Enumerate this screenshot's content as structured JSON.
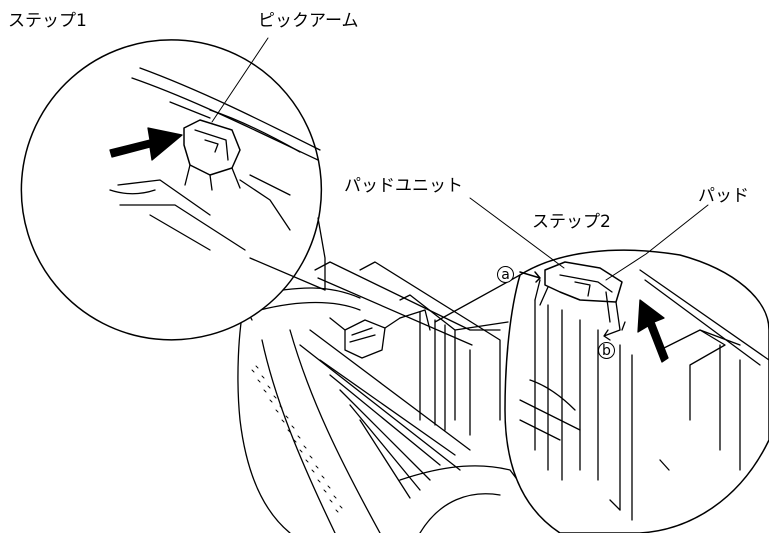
{
  "labels": {
    "step1": "ステップ1",
    "pick_arm": "ピックアーム",
    "pad_unit": "パッドユニット",
    "step2": "ステップ2",
    "pad": "パッド",
    "marker_a": "a",
    "marker_b": "b"
  }
}
